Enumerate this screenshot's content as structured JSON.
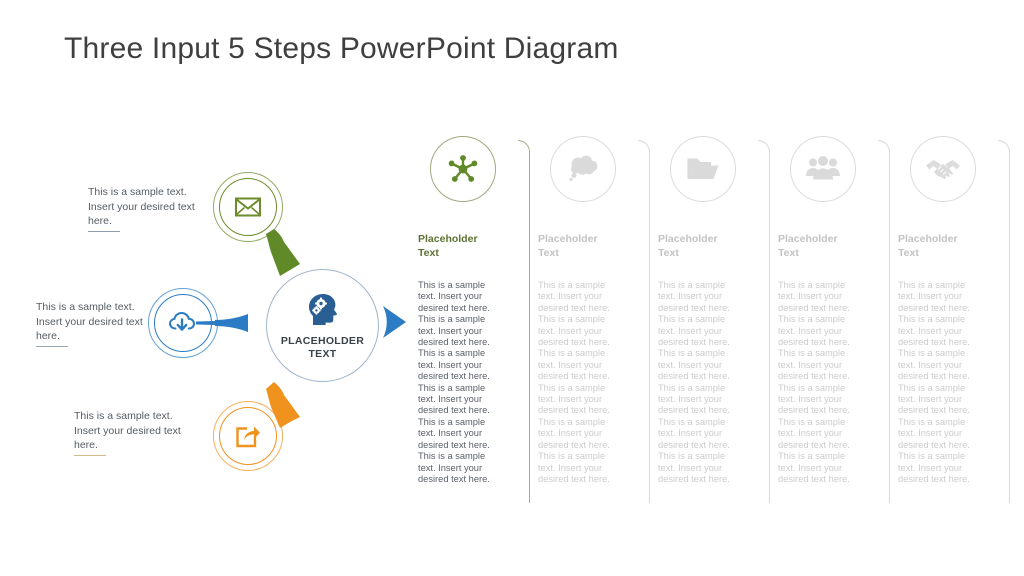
{
  "slide": {
    "title": "Three Input 5 Steps PowerPoint Diagram",
    "background": "#ffffff"
  },
  "colors": {
    "green": "#6b8c2a",
    "green_dark": "#5d7131",
    "blue": "#2b7cc4",
    "navy": "#2a5f94",
    "orange": "#f0921e",
    "grey": "#d9d9d9",
    "grey_text": "#cccccc",
    "body_text": "#5a6068",
    "title_text": "#3f3f3f"
  },
  "hub": {
    "icon": "head-with-gears-icon",
    "label": "PLACEHOLDER\nTEXT",
    "label_line1": "PLACEHOLDER",
    "label_line2": "TEXT",
    "accent": "#2a5f94"
  },
  "inputs": [
    {
      "id": "input-top",
      "icon": "envelope-icon",
      "color": "#6b8c2a",
      "text": "This is a sample text. Insert your desired text here."
    },
    {
      "id": "input-middle",
      "icon": "cloud-download-icon",
      "color": "#2b7cc4",
      "text": "This is a sample text. Insert your desired text here."
    },
    {
      "id": "input-bottom",
      "icon": "share-export-icon",
      "color": "#f0921e",
      "text": "This is a sample text. Insert your desired text here."
    }
  ],
  "steps": [
    {
      "id": "step-1",
      "icon": "network-hub-icon",
      "heading": "Placeholder Text",
      "heading_line1": "Placeholder",
      "heading_line2": "Text",
      "body": "This is a sample text. Insert your desired text here. This is a sample text. Insert your desired text here. This is a sample text. Insert your desired text here. This is a sample text. Insert your desired text here. This is a sample text. Insert your desired text here. This is a sample text. Insert your desired text here.",
      "active": true,
      "color": "#6b8c2a"
    },
    {
      "id": "step-2",
      "icon": "thought-cloud-icon",
      "heading": "Placeholder Text",
      "heading_line1": "Placeholder",
      "heading_line2": "Text",
      "body": "This is a sample text. Insert your desired text here. This is a sample text. Insert your desired text here. This is a sample text. Insert your desired text here. This is a sample text. Insert your desired text here. This is a sample text. Insert your desired text here. This is a sample text. Insert your desired text here.",
      "active": false,
      "color": "#d9d9d9"
    },
    {
      "id": "step-3",
      "icon": "folder-icon",
      "heading": "Placeholder Text",
      "heading_line1": "Placeholder",
      "heading_line2": "Text",
      "body": "This is a sample text. Insert your desired text here. This is a sample text. Insert your desired text here. This is a sample text. Insert your desired text here. This is a sample text. Insert your desired text here. This is a sample text. Insert your desired text here. This is a sample text. Insert your desired text here.",
      "active": false,
      "color": "#d9d9d9"
    },
    {
      "id": "step-4",
      "icon": "people-group-icon",
      "heading": "Placeholder Text",
      "heading_line1": "Placeholder",
      "heading_line2": "Text",
      "body": "This is a sample text. Insert your desired text here. This is a sample text. Insert your desired text here. This is a sample text. Insert your desired text here. This is a sample text. Insert your desired text here. This is a sample text. Insert your desired text here. This is a sample text. Insert your desired text here.",
      "active": false,
      "color": "#d9d9d9"
    },
    {
      "id": "step-5",
      "icon": "handshake-icon",
      "heading": "Placeholder Text",
      "heading_line1": "Placeholder",
      "heading_line2": "Text",
      "body": "This is a sample text. Insert your desired text here. This is a sample text. Insert your desired text here. This is a sample text. Insert your desired text here. This is a sample text. Insert your desired text here. This is a sample text. Insert your desired text here. This is a sample text. Insert your desired text here.",
      "active": false,
      "color": "#d9d9d9"
    }
  ]
}
